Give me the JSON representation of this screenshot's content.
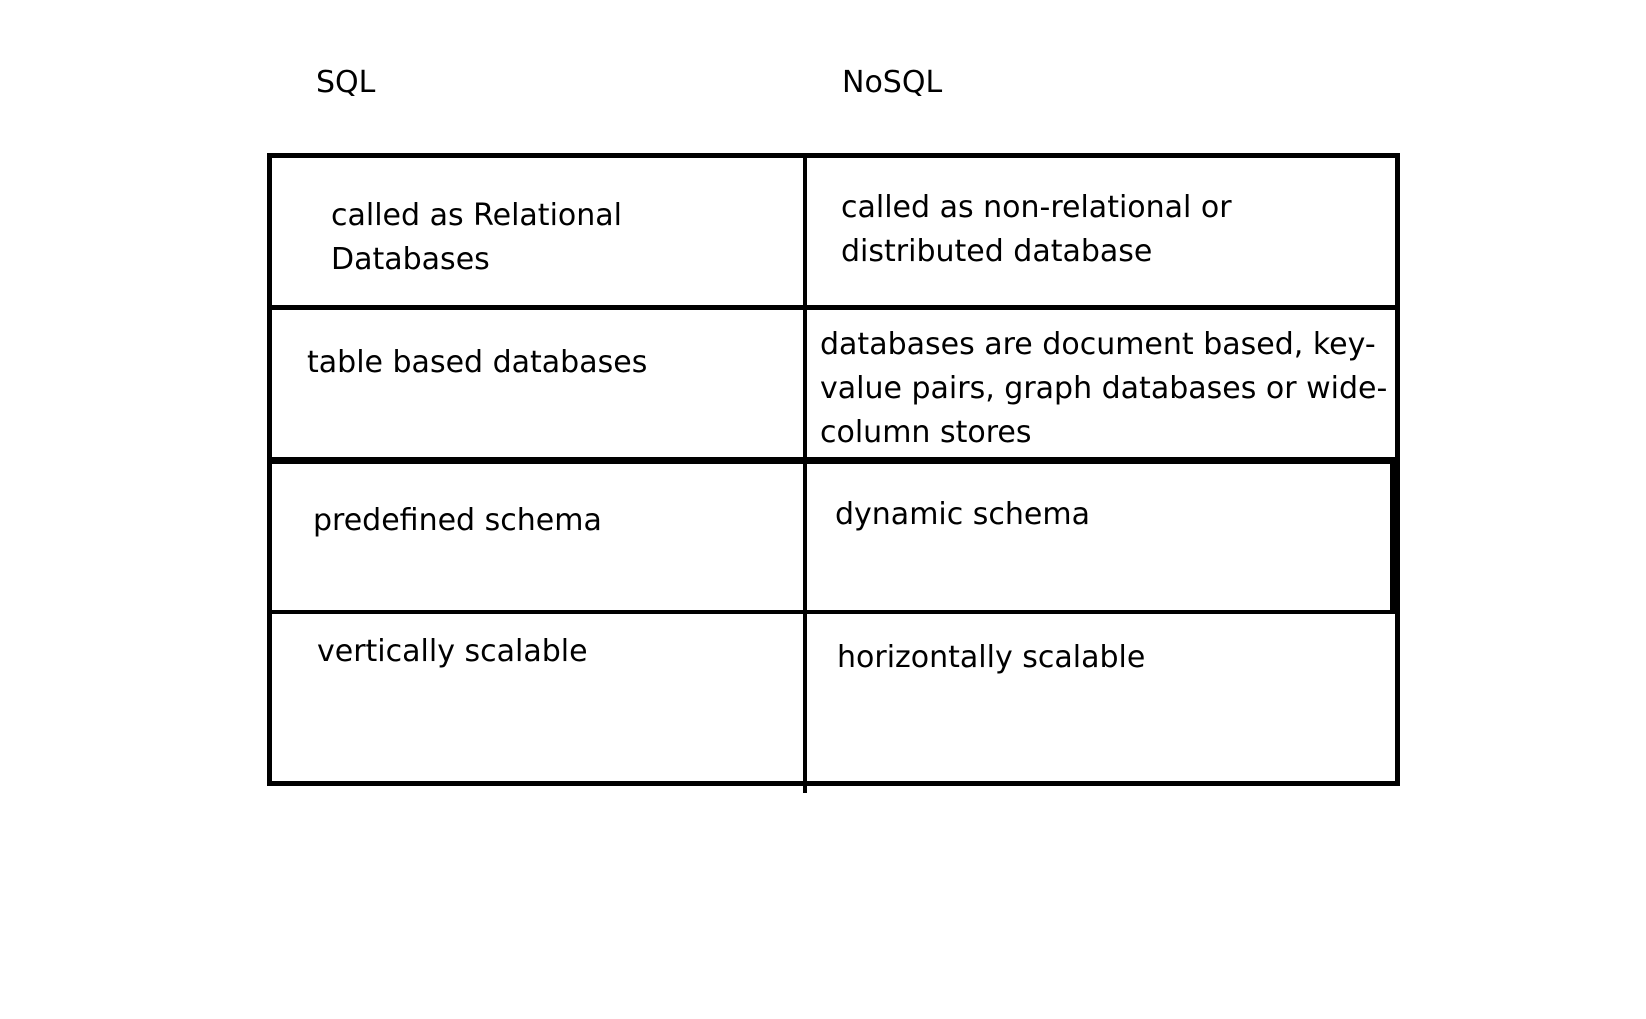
{
  "headers": {
    "sql": "SQL",
    "nosql": "NoSQL"
  },
  "rows": [
    {
      "sql": [
        "called as Relational",
        "Databases"
      ],
      "nosql": [
        "called as non-relational or",
        "distributed database"
      ]
    },
    {
      "sql": [
        "table based databases"
      ],
      "nosql": [
        "databases are document based, key-",
        "value pairs, graph databases or wide-",
        "column stores"
      ]
    },
    {
      "sql": [
        "predefined schema"
      ],
      "nosql": [
        "dynamic schema"
      ]
    },
    {
      "sql": [
        "vertically scalable"
      ],
      "nosql": [
        "horizontally scalable"
      ]
    }
  ]
}
